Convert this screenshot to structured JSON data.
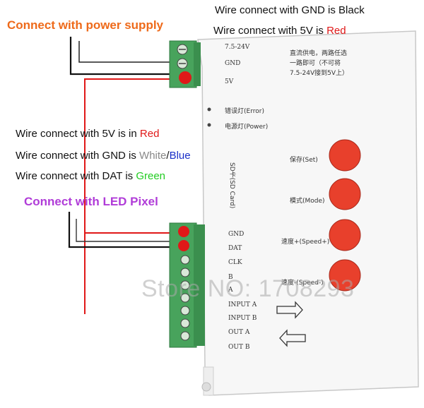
{
  "headings": {
    "power": "Connect with power supply",
    "led": "Connect with LED Pixel"
  },
  "power_notes": {
    "gnd": "Wire connect with GND is Black",
    "v5_prefix": "Wire connect with 5V is ",
    "v5_color": "Red"
  },
  "pixel_notes": {
    "v5_prefix": "Wire connect with 5V is in ",
    "v5_color": "Red",
    "gnd_prefix": "Wire connect with GND is ",
    "gnd_white": "White",
    "gnd_slash": "/",
    "gnd_blue": "Blue",
    "dat_prefix": "Wire connect with DAT is ",
    "dat_color": "Green"
  },
  "device": {
    "power_labels": [
      "7.5-24V",
      "GND",
      "5V"
    ],
    "note_cn": [
      "直流供电，两路任选",
      "一路即可（不可将",
      "7.5-24V接到5V上）"
    ],
    "indicators": [
      "错误灯(Error)",
      "电源灯(Power)"
    ],
    "sd_label": "SD卡(SD Card)",
    "buttons": [
      "保存(Set)",
      "模式(Mode)",
      "速度+(Speed+)",
      "速度-(Speed-)"
    ],
    "out_labels": [
      "GND",
      "DAT",
      "CLK",
      "B",
      "A",
      "INPUT A",
      "INPUT B",
      "OUT A",
      "OUT B"
    ]
  },
  "watermark": "Store NO: 1708293",
  "colors": {
    "orange": "#ee6a1a",
    "purple": "#b03cd8",
    "red": "#e01818",
    "blue": "#1a2fc8",
    "green": "#22cc22",
    "terminal": "#48a35c",
    "button": "#e8402c"
  }
}
